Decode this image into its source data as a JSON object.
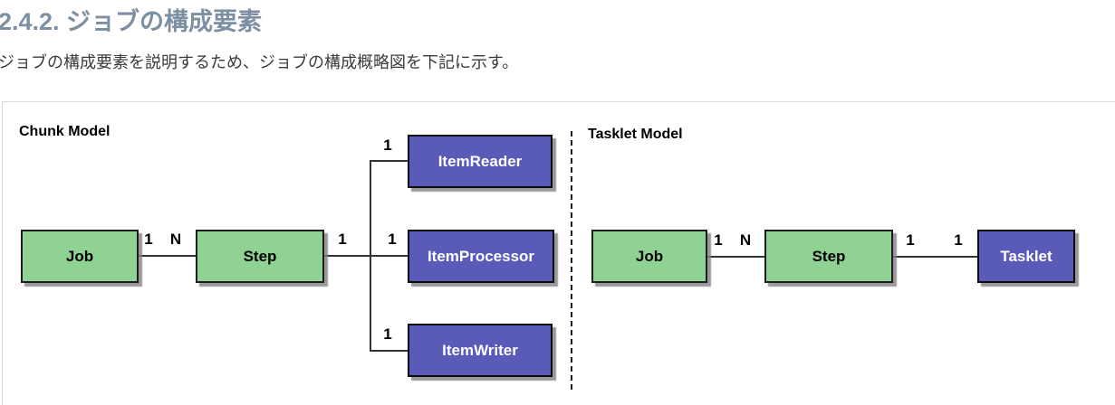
{
  "heading": {
    "text": "2.4.2. ジョブの構成要素"
  },
  "intro": {
    "text": "ジョブの構成要素を説明するため、ジョブの構成概略図を下記に示す。"
  },
  "diagram": {
    "chunk": {
      "title": "Chunk Model",
      "job": "Job",
      "step": "Step",
      "item_reader": "ItemReader",
      "item_processor": "ItemProcessor",
      "item_writer": "ItemWriter",
      "mult_job_side": "1",
      "mult_step_side": "N",
      "mult_step_out": "1",
      "mult_reader": "1",
      "mult_processor": "1",
      "mult_writer": "1"
    },
    "tasklet": {
      "title": "Tasklet Model",
      "job": "Job",
      "step": "Step",
      "tasklet": "Tasklet",
      "mult_job_side": "1",
      "mult_step_side": "N",
      "mult_step_out": "1",
      "mult_tasklet_side": "1"
    },
    "colors": {
      "green_fill": "#90d293",
      "purple_fill": "#5a5ab8",
      "heading_color": "#7d8fa3"
    }
  }
}
